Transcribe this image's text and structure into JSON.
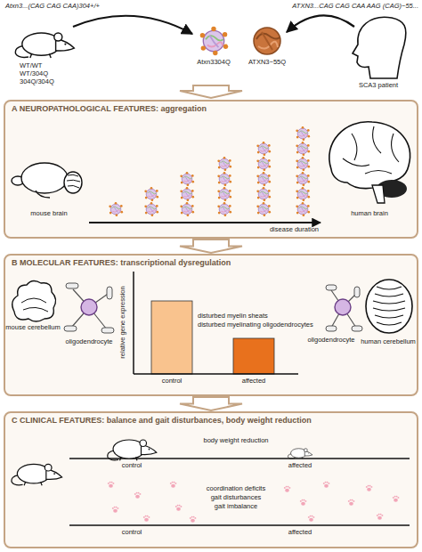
{
  "diagram": {
    "nodes": [
      {
        "text": [
          "A NEUROPATHOLOGICAL FEATURES: aggregation"
        ]
      },
      {
        "text": [
          "B MOLECULAR FEATURES: transcriptional dysregulation"
        ]
      },
      {
        "text": [
          "C CLINICAL FEATURES: balance and gait disturbances, body weight reduction"
        ]
      }
    ],
    "edges": [
      {
        "from": 0,
        "to": 1,
        "arrow": "to"
      },
      {
        "from": 1,
        "to": 2,
        "arrow": "to"
      }
    ],
    "labels": [
      "Atxn3...(CAG CAG CAA)304+/+",
      "WT/WT",
      "WT/304Q",
      "304Q/304Q",
      "Atxn3304Q",
      "ATXN3~55Q",
      "ATXN3...CAG CAG CAA AAG (CAG)~55...",
      "SCA3 patient",
      "mouse brain",
      "disease duration",
      "human brain",
      "mouse cerebellum",
      "oligodendrocyte",
      "relative gene expression",
      "control",
      "affected",
      "disturbed myelin sheats",
      "disturbed myelinating oligodendrocytes",
      "oligodendrocyte",
      "human cerebellum",
      "body weight reduction",
      "control",
      "affected",
      "coordination deficits",
      "gait disturbances",
      "gait imbalance",
      "control",
      "affected"
    ]
  }
}
